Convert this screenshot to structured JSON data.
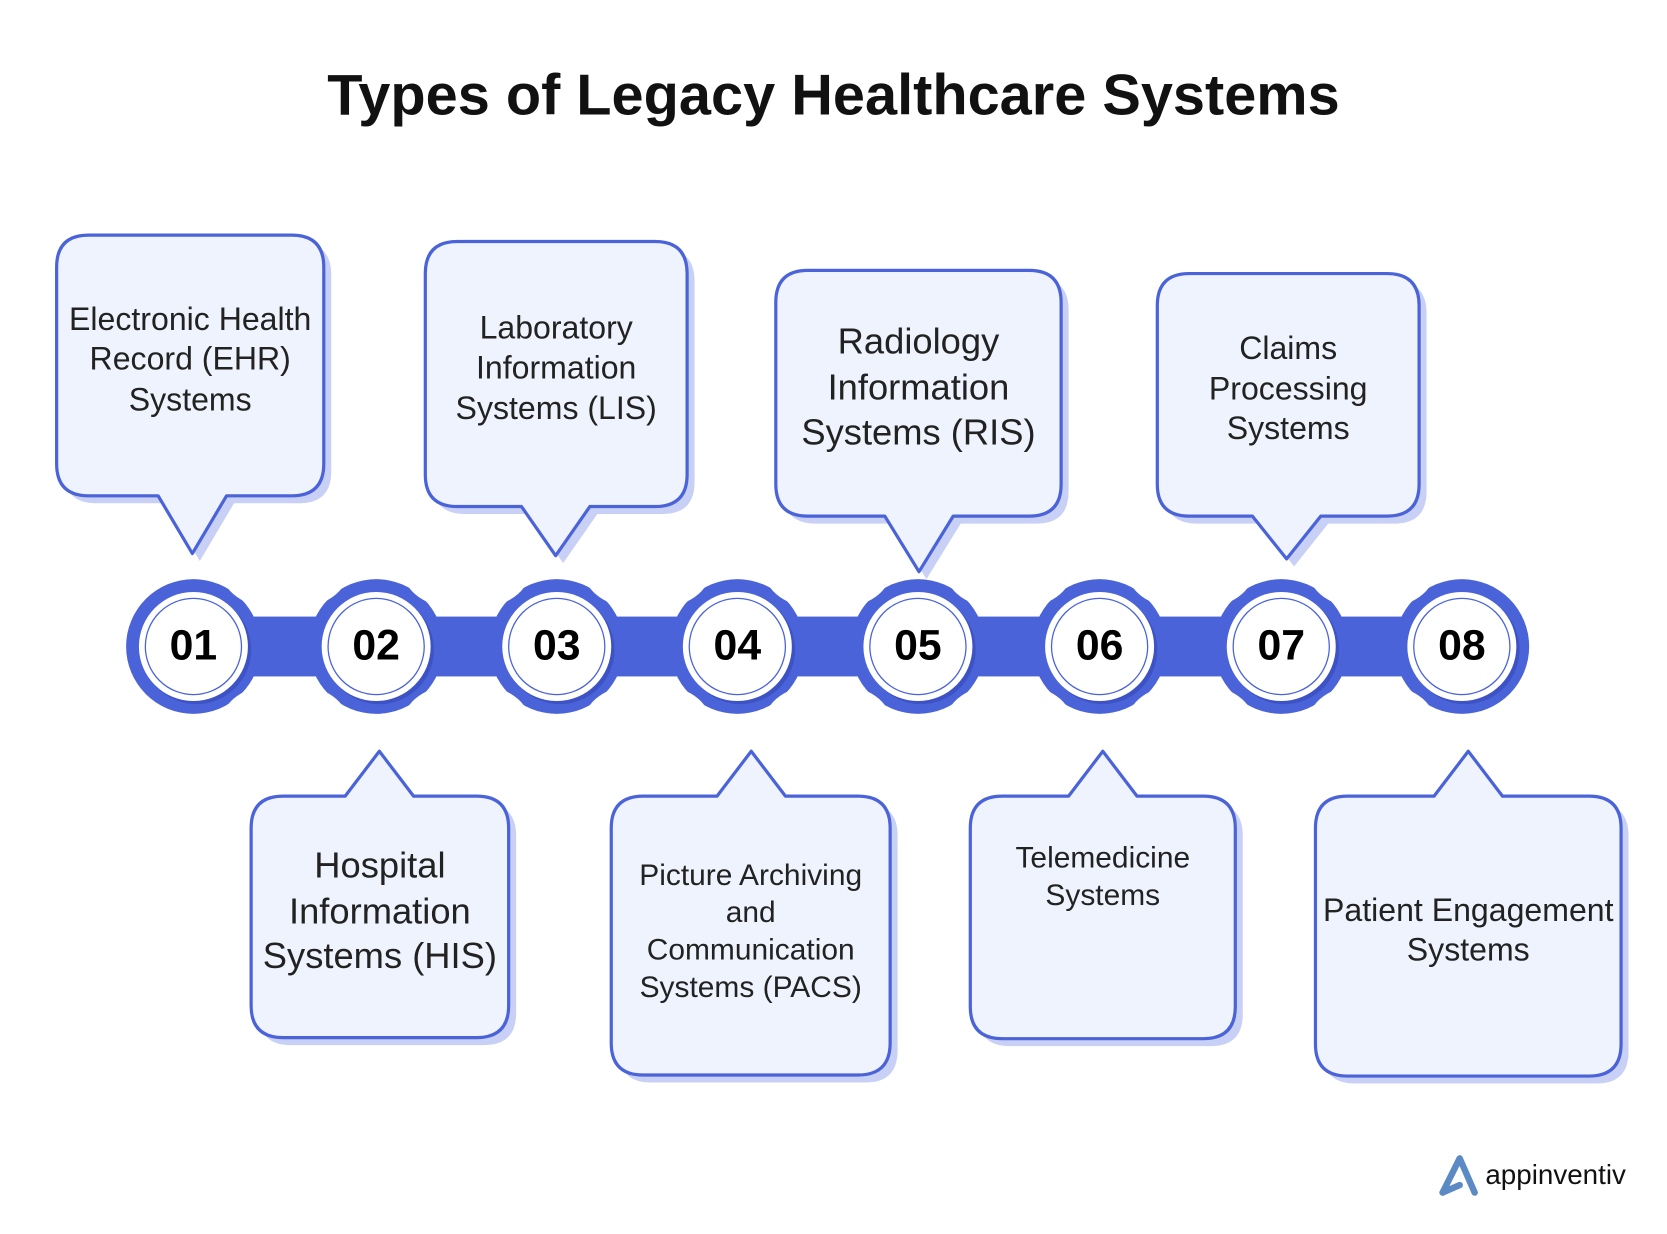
{
  "title": "Types of Legacy Healthcare Systems",
  "steps": [
    {
      "number": "01",
      "label": "Electronic Health Record (EHR) Systems"
    },
    {
      "number": "02",
      "label": "Hospital Information Systems (HIS)"
    },
    {
      "number": "03",
      "label": "Laboratory Information Systems (LIS)"
    },
    {
      "number": "04",
      "label": "Picture Archiving and Communication Systems (PACS)"
    },
    {
      "number": "05",
      "label": "Radiology Information Systems (RIS)"
    },
    {
      "number": "06",
      "label": "Telemedicine Systems"
    },
    {
      "number": "07",
      "label": "Claims Processing Systems"
    },
    {
      "number": "08",
      "label": "Patient Engagement Systems"
    }
  ],
  "logo": {
    "text": "appinventiv"
  },
  "colors": {
    "accent": "#4a63d8",
    "box_fill": "#eff3fd",
    "shadow": "#c9d0f5",
    "logo": "#5b8ac4"
  }
}
